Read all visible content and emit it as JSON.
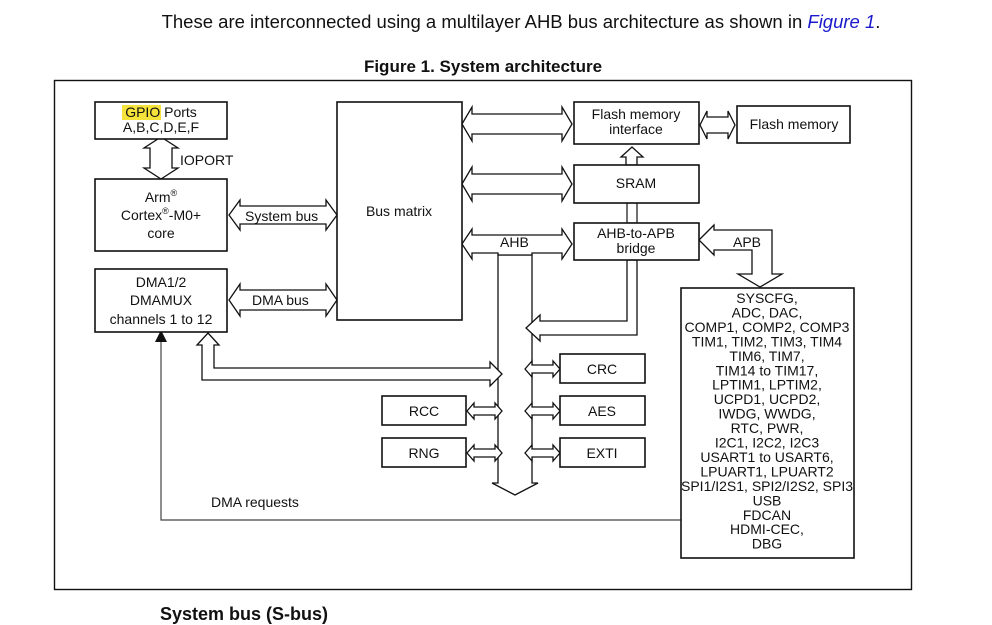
{
  "intro": {
    "text_before": "These are interconnected using a multilayer AHB bus architecture as shown in ",
    "link": "Figure 1",
    "text_after": "."
  },
  "figure": {
    "title": "Figure 1. System architecture",
    "highlight_color": "#f5e23a",
    "link_color": "#1a1acc",
    "blocks": {
      "gpio": {
        "highlight": "GPIO",
        "line1_rest": " Ports",
        "line2": "A,B,C,D,E,F"
      },
      "core": {
        "line1": "Arm",
        "line2_a": "Cortex",
        "line2_b": "-M0+",
        "line3": "core",
        "reg": "®"
      },
      "dma": {
        "line1": "DMA1/2",
        "line2": "DMAMUX",
        "line3": "channels 1 to 12"
      },
      "bus_matrix": "Bus matrix",
      "flash_if": {
        "line1": "Flash memory",
        "line2": "interface"
      },
      "flash": "Flash memory",
      "sram": "SRAM",
      "bridge": {
        "line1": "AHB-to-APB",
        "line2": "bridge"
      },
      "crc": "CRC",
      "aes": "AES",
      "exti": "EXTI",
      "rcc": "RCC",
      "rng": "RNG",
      "apb_peripherals": [
        "SYSCFG,",
        "ADC, DAC,",
        "COMP1, COMP2, COMP3",
        "TIM1, TIM2, TIM3, TIM4",
        "TIM6, TIM7,",
        "TIM14 to TIM17,",
        "LPTIM1, LPTIM2,",
        "UCPD1, UCPD2,",
        "IWDG, WWDG,",
        "RTC, PWR,",
        "I2C1, I2C2, I2C3",
        "USART1 to USART6,",
        "LPUART1, LPUART2",
        "SPI1/I2S1, SPI2/I2S2, SPI3",
        "USB",
        "FDCAN",
        "HDMI-CEC,",
        "DBG"
      ]
    },
    "bus_labels": {
      "ioport": "IOPORT",
      "system_bus": "System bus",
      "dma_bus": "DMA bus",
      "ahb": "AHB",
      "apb": "APB",
      "dma_requests": "DMA requests"
    }
  },
  "next_section": {
    "heading": "System bus (S-bus)"
  }
}
